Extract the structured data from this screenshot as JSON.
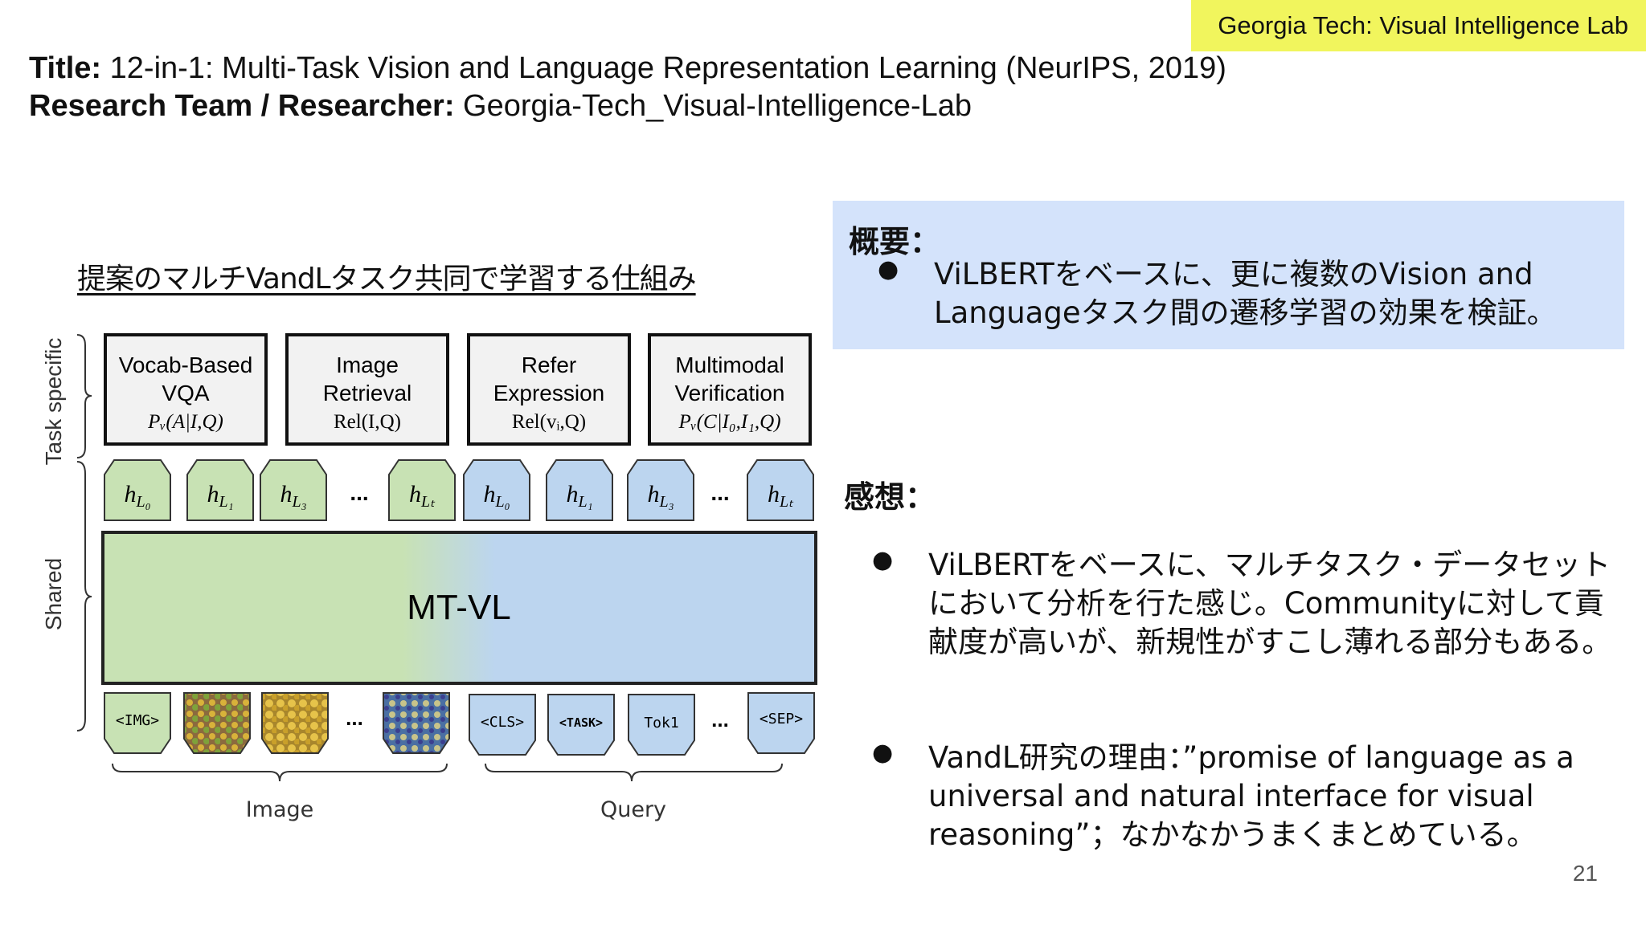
{
  "badge": "Georgia Tech: Visual Intelligence Lab",
  "header": {
    "title_label": "Title:",
    "title_value": " 12-in-1: Multi-Task Vision and Language Representation Learning (NeurIPS, 2019)",
    "team_label": "Research Team / Researcher:",
    "team_value": " Georgia-Tech_Visual-Intelligence-Lab"
  },
  "diagram": {
    "caption": "提案のマルチVandLタスク共同で学習する仕組み",
    "side_labels": {
      "task_specific": "Task specific",
      "shared": "Shared"
    },
    "task_heads": [
      {
        "line1": "Vocab-Based",
        "line2": "VQA",
        "formula": "Pᵥ(A|I,Q)"
      },
      {
        "line1": "Image",
        "line2": "Retrieval",
        "formula": "Rel(I,Q)"
      },
      {
        "line1": "Refer",
        "line2": "Expression",
        "formula": "Rel(vᵢ,Q)"
      },
      {
        "line1": "Multimodal",
        "line2": "Verification",
        "formula": "Pᵥ(C|I₀,I₁,Q)"
      }
    ],
    "hidden_image": [
      "h",
      "h",
      "h",
      "...",
      "h"
    ],
    "hidden_image_sub": [
      "L₀",
      "L₁",
      "L₃",
      "",
      "Lₜ"
    ],
    "hidden_query_sub": [
      "L₀",
      "L₁",
      "L₃",
      "",
      "Lₜ"
    ],
    "shared_model": "MT-VL",
    "image_tokens": [
      "<IMG>",
      "",
      "",
      "...",
      ""
    ],
    "query_tokens": [
      "<CLS>",
      "<TASK>",
      "Tok1",
      "...",
      "<SEP>"
    ],
    "group_labels": {
      "image": "Image",
      "query": "Query"
    },
    "colors": {
      "green": "#c8e2b4",
      "blue": "#bcd5ef"
    }
  },
  "summary": {
    "heading": "概要：",
    "bullets": [
      "ViLBERTをベースに、更に複数のVision and Languageタスク間の遷移学習の効果を検証。"
    ]
  },
  "impressions": {
    "heading": "感想：",
    "bullets": [
      "ViLBERTをベースに、マルチタスク・データセットにおいて分析を行た感じ。Communityに対して貢献度が高いが、新規性がすこし薄れる部分もある。",
      "VandL研究の理由：”promise of language as a universal and natural interface for visual reasoning”；なかなかうまくまとめている。"
    ]
  },
  "page_number": "21"
}
